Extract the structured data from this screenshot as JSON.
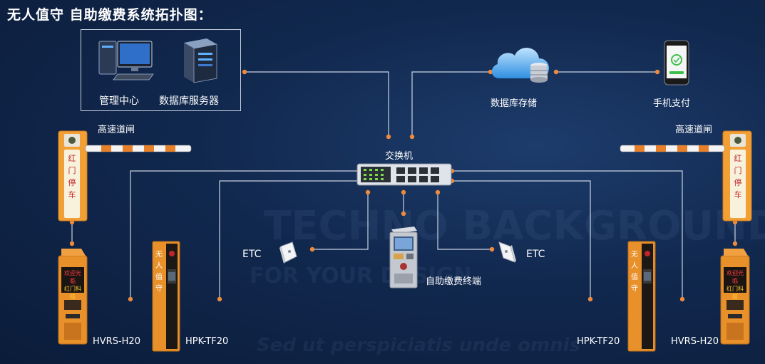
{
  "title": "无人值守 自助缴费系统拓扑图：",
  "nodes": {
    "management_center": "管理中心",
    "database_server": "数据库服务器",
    "database_storage": "数据库存储",
    "mobile_payment": "手机支付",
    "switch": "交换机",
    "barrier_left": "高速道闸",
    "barrier_right": "高速道闸",
    "etc_left": "ETC",
    "etc_right": "ETC",
    "kiosk": "自助缴费终端",
    "hvrs_left": "HVRS-H20",
    "hpk_left": "HPK-TF20",
    "hpk_right": "HPK-TF20",
    "hvrs_right": "HVRS-H20"
  },
  "device_text": {
    "barrier_chars": [
      "红",
      "门",
      "停",
      "车"
    ],
    "hpk_chars": [
      "无",
      "人",
      "值",
      "守"
    ],
    "hvrs_display": [
      "欢迎光临",
      "红门科技"
    ]
  },
  "colors": {
    "background": "#11284e",
    "line": "#c9d3e2",
    "connector_dot": "#ee8a3c",
    "device_orange": "#e8902a"
  }
}
